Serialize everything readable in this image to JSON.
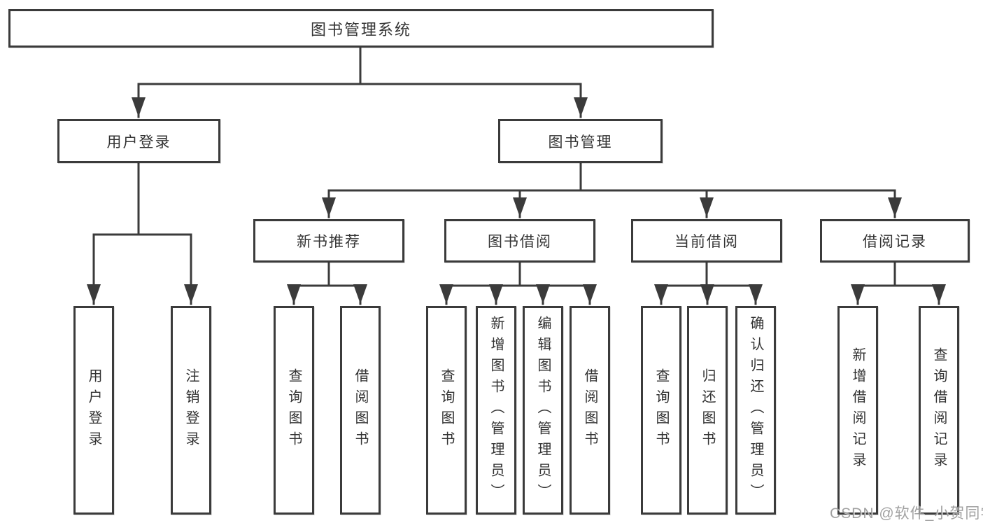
{
  "page": {
    "background": "#ffffff"
  },
  "colors": {
    "line": "#3b3b3b",
    "box_border": "#3b3b3b",
    "text": "#333333",
    "watermark": "#949494"
  },
  "watermark": "CSDN @软件_小贺同学",
  "tree": {
    "label": "图书管理系统",
    "children": [
      {
        "label": "用户登录",
        "children": [
          {
            "label": "用户登录"
          },
          {
            "label": "注销登录"
          }
        ]
      },
      {
        "label": "图书管理",
        "children": [
          {
            "label": "新书推荐",
            "children": [
              {
                "label": "查询图书"
              },
              {
                "label": "借阅图书"
              }
            ]
          },
          {
            "label": "图书借阅",
            "children": [
              {
                "label": "查询图书"
              },
              {
                "label": "新增图书（管理员）"
              },
              {
                "label": "编辑图书（管理员）"
              },
              {
                "label": "借阅图书"
              }
            ]
          },
          {
            "label": "当前借阅",
            "children": [
              {
                "label": "查询图书"
              },
              {
                "label": "归还图书"
              },
              {
                "label": "确认归还（管理员）"
              }
            ]
          },
          {
            "label": "借阅记录",
            "children": [
              {
                "label": "新增借阅记录"
              },
              {
                "label": "查询借阅记录"
              }
            ]
          }
        ]
      }
    ]
  }
}
